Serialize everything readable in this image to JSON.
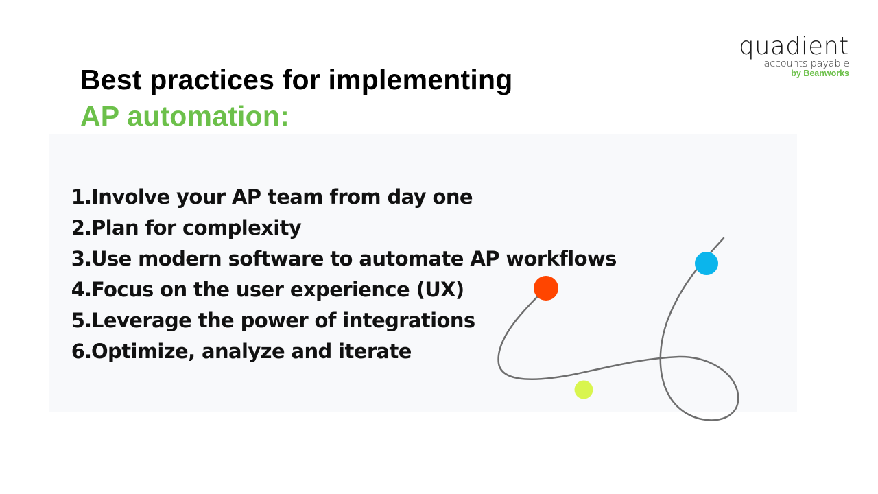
{
  "logo": {
    "wordmark": "quadient",
    "subline": "accounts payable",
    "byline": "by Beanworks",
    "byline_color": "#6cc04a"
  },
  "title": {
    "line1": "Best practices for implementing",
    "line2": "AP automation:",
    "line2_color": "#6cc04a"
  },
  "panel": {
    "background": "#f8f9fb"
  },
  "practices": [
    {
      "num": "1.",
      "text": "Involve your AP team from day one"
    },
    {
      "num": "2.",
      "text": "Plan for complexity"
    },
    {
      "num": "3.",
      "text": "Use modern software to automate AP workflows"
    },
    {
      "num": "4.",
      "text": "Focus on the user experience (UX)"
    },
    {
      "num": "5.",
      "text": "Leverage the power of integrations"
    },
    {
      "num": "6.",
      "text": "Optimize, analyze and iterate"
    }
  ],
  "decoration": {
    "line_color": "#6e6e6e",
    "dots": [
      {
        "name": "red-dot",
        "color": "#ff4500"
      },
      {
        "name": "blue-dot",
        "color": "#0bb5ec"
      },
      {
        "name": "lime-dot",
        "color": "#d9f54e"
      }
    ]
  }
}
